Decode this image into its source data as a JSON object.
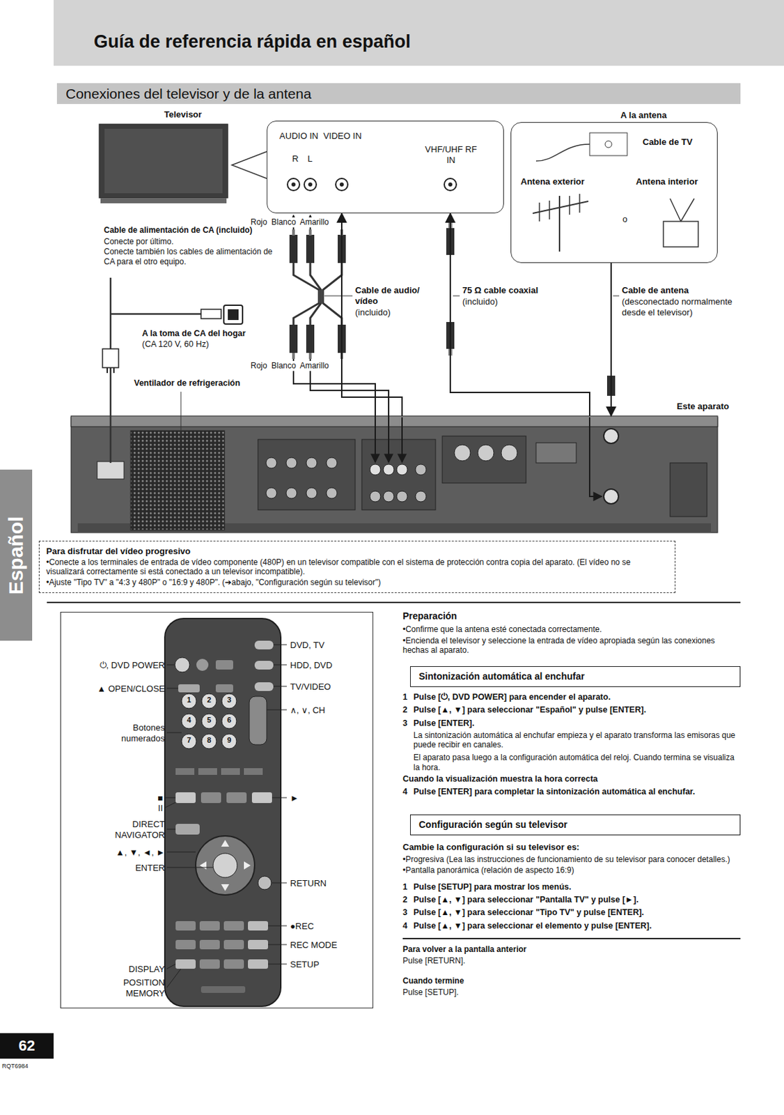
{
  "diagram": {
    "nodes": [
      {
        "text": [
          "Guía de referencia rápida en español"
        ]
      },
      {
        "text": [
          "Conexiones del televisor y de la antena"
        ]
      },
      {
        "text": [
          "AUDIO IN",
          "R L",
          "VIDEO IN",
          "VHF/UHF RF IN"
        ]
      },
      {
        "text": [
          "A la antena",
          "Cable de TV",
          "Antena exterior",
          "o",
          "Antena interior"
        ]
      },
      {
        "text": [
          "Este aparato"
        ]
      },
      {
        "text": [
          "Para disfrutar del vídeo progresivo",
          "•Conecte a los terminales de entrada de vídeo componente (480P) en un televisor compatible con el sistema de protección contra copia del aparato. (El vídeo no se visualizará correctamente si está conectado a un televisor incompatible).",
          "•Ajuste \"Tipo TV\" a \"4:3 y 480P\" o \"16:9 y 480P\". (➔abajo, \"Configuración según su televisor\")"
        ]
      },
      {
        "text": [
          "⏻, DVD POWER",
          "▲ OPEN/CLOSE",
          "Botones numerados",
          "■",
          "II",
          "DIRECT NAVIGATOR",
          "▲, ▼, ◄, ►",
          "ENTER",
          "DISPLAY",
          "POSITION MEMORY",
          "DVD, TV",
          "HDD, DVD",
          "TV/VIDEO",
          "∧, ∨, CH",
          "►",
          "RETURN",
          "●REC",
          "REC MODE",
          "SETUP"
        ]
      },
      {
        "text": [
          "Sintonización automática al enchufar"
        ]
      },
      {
        "text": [
          "Configuración según su televisor"
        ]
      },
      {
        "text": [
          "Español"
        ]
      },
      {
        "text": [
          "62"
        ]
      }
    ],
    "edges": [
      {
        "from": 4,
        "to": 2,
        "arrow": "to"
      },
      {
        "from": 4,
        "to": 2,
        "arrow": "to"
      },
      {
        "from": 3,
        "to": 4,
        "arrow": "to"
      }
    ],
    "labels": [
      "Televisor",
      "Rojo Blanco Amarillo",
      "Cable de alimentación de CA (incluido)",
      "Conecte por último.",
      "Conecte también los cables de alimentación de CA para el otro equipo.",
      "Cable de audio/ vídeo",
      "(incluido)",
      "75 Ω cable coaxial",
      "(incluido)",
      "Cable de antena",
      "(desconectado normalmente desde el televisor)",
      "A la toma de CA del hogar",
      "(CA 120 V, 60 Hz)",
      "Rojo Blanco Amarillo",
      "Ventilador de refrigeración",
      "1",
      "2",
      "3",
      "4",
      "5",
      "6",
      "7",
      "8",
      "9",
      "Preparación",
      "•Confirme que la antena esté conectada correctamente.",
      "•Encienda el televisor y seleccione la entrada de vídeo apropiada según las conexiones hechas al aparato.",
      "1",
      "Pulse [⏻, DVD POWER] para encender el aparato.",
      "2",
      "Pulse [▲, ▼] para seleccionar \"Español\" y pulse [ENTER].",
      "3",
      "Pulse [ENTER].",
      "La sintonización automática al enchufar empieza y el aparato transforma las emisoras que puede recibir en canales.",
      "El aparato pasa luego a la configuración automática del reloj. Cuando termina se visualiza la hora.",
      "Cuando la visualización muestra la hora correcta",
      "4",
      "Pulse [ENTER] para completar la sintonización automática al enchufar.",
      "Cambie la configuración si su televisor es:",
      "•Progresiva (Lea las instrucciones de funcionamiento de su televisor para conocer detalles.)",
      "•Pantalla panorámica (relación de aspecto 16:9)",
      "1",
      "Pulse [SETUP] para mostrar los menús.",
      "2",
      "Pulse [▲, ▼] para seleccionar \"Pantalla TV\" y pulse [►].",
      "3",
      "Pulse [▲, ▼] para seleccionar \"Tipo TV\" y pulse [ENTER].",
      "4",
      "Pulse [▲, ▼] para seleccionar el elemento y pulse [ENTER].",
      "Para volver a la pantalla anterior",
      "Pulse [RETURN].",
      "Cuando termine",
      "Pulse [SETUP].",
      "RQT6984"
    ]
  }
}
